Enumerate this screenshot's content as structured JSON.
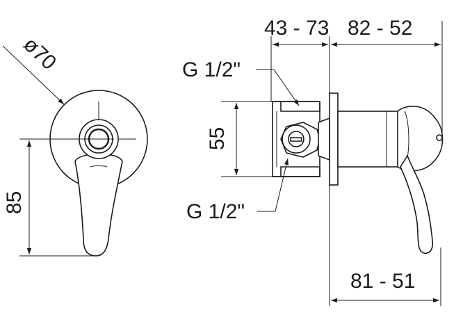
{
  "labels": {
    "diameter": "ø70",
    "height_total": "85",
    "connection_top": "G 1/2\"",
    "connection_bottom": "G 1/2\"",
    "connection_spacing": "55",
    "depth_range_left": "43 - 73",
    "depth_range_right": "82 - 52",
    "lever_reach": "81 - 51"
  },
  "colors": {
    "line": "#1a1a1a",
    "background": "#ffffff"
  }
}
